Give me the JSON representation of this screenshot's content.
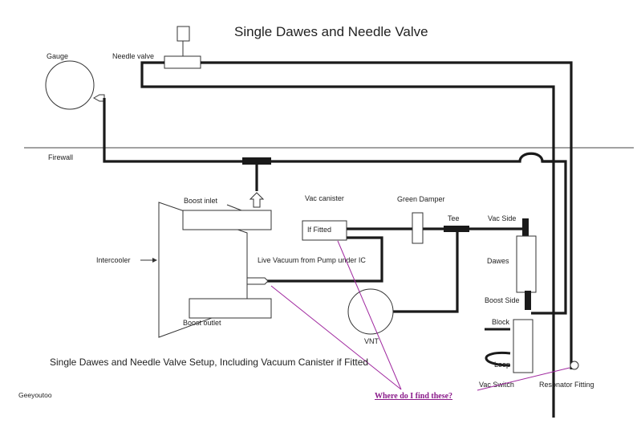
{
  "title": "Single Dawes and Needle Valve",
  "labels": {
    "gauge": "Gauge",
    "needle_valve": "Needle valve",
    "firewall": "Firewall",
    "boost_inlet": "Boost inlet",
    "vac_canister": "Vac canister",
    "if_fitted": "If Fitted",
    "green_damper": "Green Damper",
    "tee": "Tee",
    "vac_side": "Vac Side",
    "intercooler": "Intercooler",
    "live_vacuum": "Live Vacuum from Pump under IC",
    "dawes": "Dawes",
    "boost_side": "Boost Side",
    "boost_outlet": "Boost outlet",
    "vnt": "VNT",
    "block": "Block",
    "loop": "Loop",
    "vac_switch": "Vac Switch",
    "resonator_fitting": "Resonator  Fitting"
  },
  "caption": "Single Dawes and Needle Valve Setup, Including Vacuum Canister if Fitted",
  "credit": "Geeyoutoo",
  "question": "Where do I find these?",
  "colors": {
    "pipe": "#1a1a1a",
    "annotation": "#a0289f",
    "question": "#8a1a8a"
  }
}
